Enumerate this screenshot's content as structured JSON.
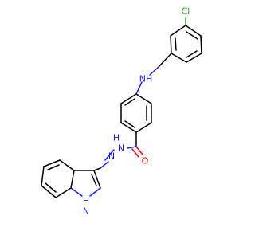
{
  "molecule": {
    "labels": {
      "cl": "Cl",
      "nh_amine": "NH",
      "o": "O",
      "nh_amide": "N",
      "h_amide": "H",
      "n_hydrazone": "N",
      "nh_indole": "H",
      "n_indole": "N"
    },
    "colors": {
      "carbon": "#000000",
      "nitrogen": "#1a1aff",
      "oxygen": "#ff0000",
      "chlorine": "#1fa01f",
      "background": "#ffffff"
    }
  }
}
